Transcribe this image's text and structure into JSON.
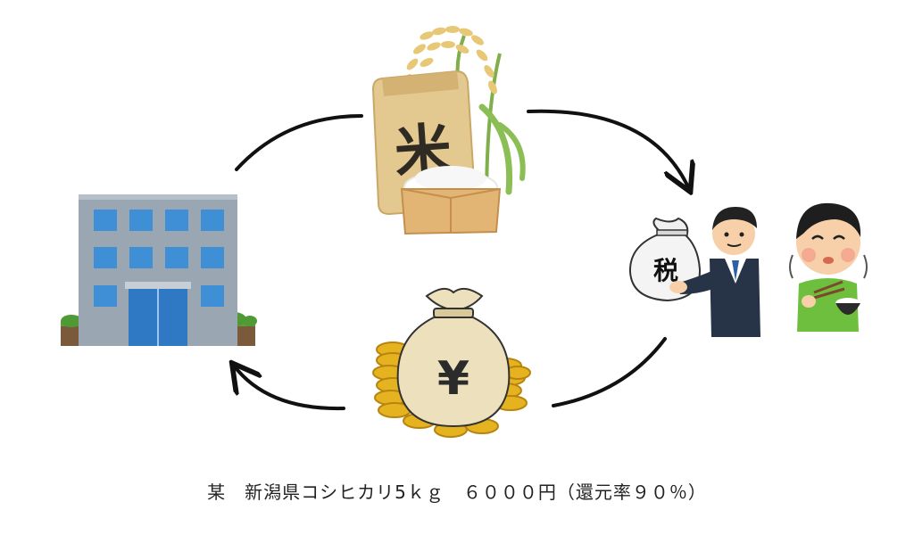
{
  "diagram": {
    "rice_bag_label": "米",
    "tax_bag_label": "税",
    "money_bag_label": "¥",
    "caption": "某　新潟県コシヒカリ5ｋｇ　６０００円（還元率９０％）",
    "colors": {
      "arrow": "#111111",
      "building": "#9aa6b2",
      "window": "#3f8fd6",
      "rice_bag": "#e3c98f",
      "masu_box": "#e2b574",
      "coin": "#e6b320",
      "money_bag": "#ede1bd",
      "suit": "#273447",
      "green_shirt": "#6fbf3f"
    },
    "icons": [
      "office-building-icon",
      "rice-bag-icon",
      "rice-plant-icon",
      "masu-rice-box-icon",
      "tax-money-bag-icon",
      "politician-icon",
      "boy-eating-rice-icon",
      "yen-money-bag-icon",
      "gold-coins-icon"
    ]
  }
}
